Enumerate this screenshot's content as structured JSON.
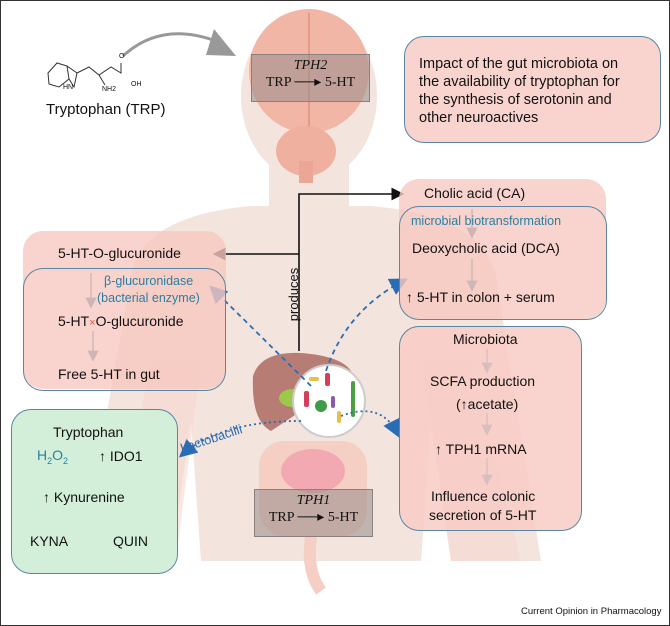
{
  "molecule": {
    "label": "Tryptophan (TRP)",
    "atoms": {
      "hn": "HN",
      "nh2": "NH2",
      "oh": "OH",
      "o": "O"
    }
  },
  "brain": {
    "enzyme": "TPH2",
    "substrate": "TRP",
    "product": "5-HT"
  },
  "gut": {
    "enzyme": "TPH1",
    "substrate": "TRP",
    "product": "5-HT"
  },
  "title_box": {
    "lines": [
      "Impact of the gut microbiota on",
      "the availability of tryptophan for",
      "the synthesis of serotonin and",
      "other neuroactives"
    ]
  },
  "produces_label": "produces",
  "bile": {
    "cholic": "Cholic acid (CA)",
    "transform": "microbial biotransformation",
    "dca": "Deoxycholic acid (DCA)",
    "result": "↑ 5-HT in colon + serum"
  },
  "glucuronide": {
    "top": "5-HT-O-glucuronide",
    "enzyme": "β-glucuronidase",
    "enzyme_note": "(bacterial enzyme)",
    "cleaved_left": "5-HT",
    "cleaved_mark": "×",
    "cleaved_right": "O-glucuronide",
    "result": "Free 5-HT in gut"
  },
  "scfa": {
    "items": [
      "Microbiota",
      "SCFA production",
      "(↑acetate)",
      "↑ TPH1 mRNA"
    ],
    "result_lines": [
      "Influence colonic",
      "secretion of 5-HT"
    ]
  },
  "kynurenine": {
    "tryptophan": "Tryptophan",
    "h2o2": "H",
    "h2o2_sub1": "2",
    "h2o2_o": "O",
    "h2o2_sub2": "2",
    "ido": "↑ IDO1",
    "kyn": "↑ Kynurenine",
    "kyna": "KYNA",
    "quin": "QUIN"
  },
  "lactobacilli": "Lactobacilli",
  "caption": "Current Opinion in Pharmacology",
  "colors": {
    "pink": "#f8cdc6",
    "green": "#d4efd9",
    "border": "#5a86a3",
    "blue_arrow": "#2a6db5",
    "teal_text": "#2a7fa0"
  }
}
